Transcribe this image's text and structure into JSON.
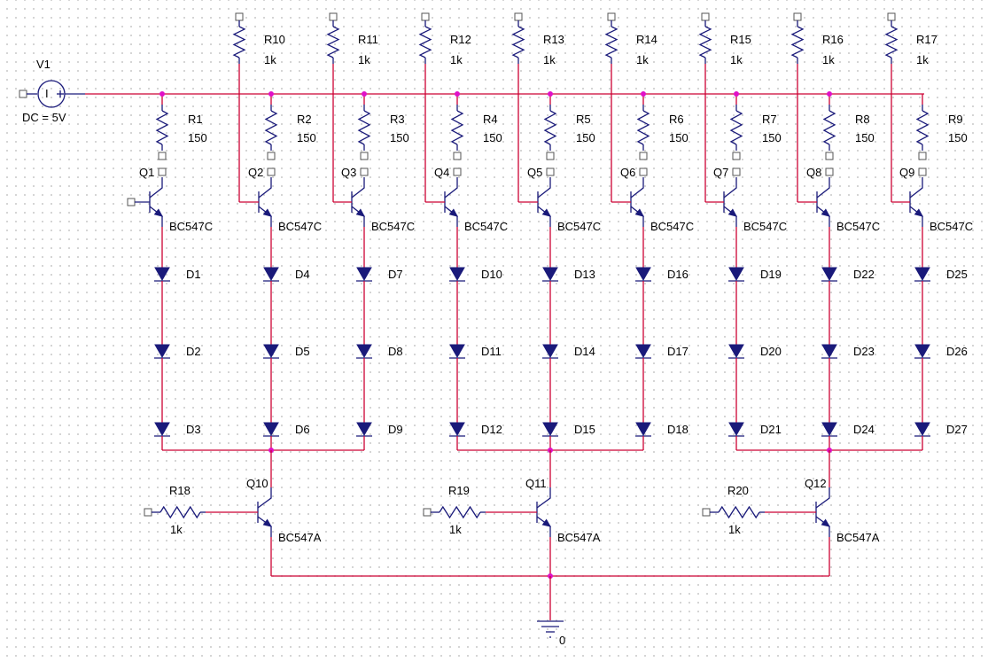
{
  "source": {
    "name": "V1",
    "value": "DC = 5V"
  },
  "ground_label": "0",
  "base_resistors": [
    {
      "name": "R1",
      "value": "150"
    },
    {
      "name": "R2",
      "value": "150"
    },
    {
      "name": "R3",
      "value": "150"
    },
    {
      "name": "R4",
      "value": "150"
    },
    {
      "name": "R5",
      "value": "150"
    },
    {
      "name": "R6",
      "value": "150"
    },
    {
      "name": "R7",
      "value": "150"
    },
    {
      "name": "R8",
      "value": "150"
    },
    {
      "name": "R9",
      "value": "150"
    }
  ],
  "top_resistors": [
    {
      "name": "R10",
      "value": "1k"
    },
    {
      "name": "R11",
      "value": "1k"
    },
    {
      "name": "R12",
      "value": "1k"
    },
    {
      "name": "R13",
      "value": "1k"
    },
    {
      "name": "R14",
      "value": "1k"
    },
    {
      "name": "R15",
      "value": "1k"
    },
    {
      "name": "R16",
      "value": "1k"
    },
    {
      "name": "R17",
      "value": "1k"
    }
  ],
  "column_transistors": [
    {
      "name": "Q1",
      "model": "BC547C"
    },
    {
      "name": "Q2",
      "model": "BC547C"
    },
    {
      "name": "Q3",
      "model": "BC547C"
    },
    {
      "name": "Q4",
      "model": "BC547C"
    },
    {
      "name": "Q5",
      "model": "BC547C"
    },
    {
      "name": "Q6",
      "model": "BC547C"
    },
    {
      "name": "Q7",
      "model": "BC547C"
    },
    {
      "name": "Q8",
      "model": "BC547C"
    },
    {
      "name": "Q9",
      "model": "BC547C"
    }
  ],
  "diode_columns": [
    [
      "D1",
      "D2",
      "D3"
    ],
    [
      "D4",
      "D5",
      "D6"
    ],
    [
      "D7",
      "D8",
      "D9"
    ],
    [
      "D10",
      "D11",
      "D12"
    ],
    [
      "D13",
      "D14",
      "D15"
    ],
    [
      "D16",
      "D17",
      "D18"
    ],
    [
      "D19",
      "D20",
      "D21"
    ],
    [
      "D22",
      "D23",
      "D24"
    ],
    [
      "D25",
      "D26",
      "D27"
    ]
  ],
  "row_transistors": [
    {
      "name": "Q10",
      "model": "BC547A"
    },
    {
      "name": "Q11",
      "model": "BC547A"
    },
    {
      "name": "Q12",
      "model": "BC547A"
    }
  ],
  "row_resistors": [
    {
      "name": "R18",
      "value": "1k"
    },
    {
      "name": "R19",
      "value": "1k"
    },
    {
      "name": "R20",
      "value": "1k"
    }
  ],
  "colors": {
    "wire": "#cc0033",
    "component": "#1a1a7a",
    "junction": "#e010c8",
    "pin": "#555555"
  }
}
